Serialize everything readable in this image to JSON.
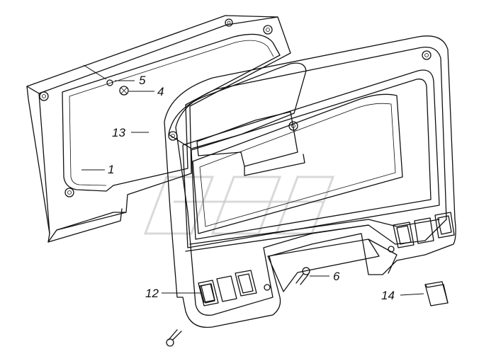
{
  "diagram": {
    "callouts": [
      {
        "id": "c1",
        "text": "1"
      },
      {
        "id": "c4",
        "text": "4"
      },
      {
        "id": "c5",
        "text": "5"
      },
      {
        "id": "c6",
        "text": "6"
      },
      {
        "id": "c12",
        "text": "12"
      },
      {
        "id": "c13",
        "text": "13"
      },
      {
        "id": "c14",
        "text": "14"
      }
    ]
  }
}
